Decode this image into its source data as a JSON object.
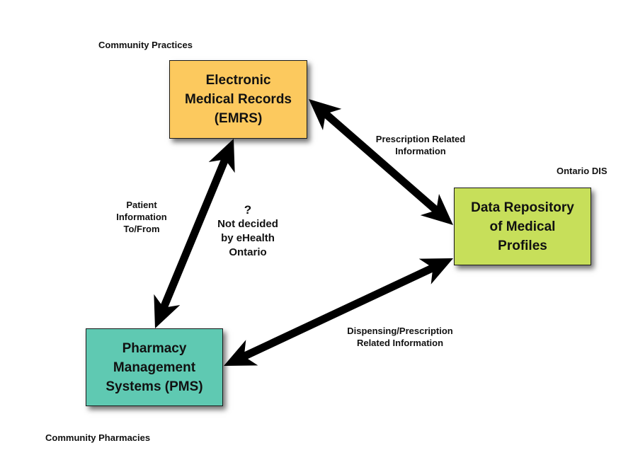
{
  "groups": {
    "top": "Community Practices",
    "right": "Ontario DIS",
    "bottom": "Community Pharmacies"
  },
  "nodes": {
    "emrs": {
      "lines": [
        "Electronic",
        "Medical Records",
        "(EMRS)"
      ],
      "color": "#fcc95e"
    },
    "repository": {
      "lines": [
        "Data Repository",
        "of Medical",
        "Profiles"
      ],
      "color": "#c7df5a"
    },
    "pms": {
      "lines": [
        "Pharmacy",
        "Management",
        "Systems (PMS)"
      ],
      "color": "#5fc9b2"
    }
  },
  "edges": {
    "emrs_repository": {
      "from": "emrs",
      "to": "repository",
      "bidirectional": true,
      "lines": [
        "Prescription Related",
        "Information"
      ]
    },
    "emrs_pms": {
      "from": "emrs",
      "to": "pms",
      "bidirectional": true,
      "lines": [
        "Patient",
        "Information",
        "To/From"
      ]
    },
    "pms_repository": {
      "from": "pms",
      "to": "repository",
      "bidirectional": true,
      "lines": [
        "Dispensing/Prescription",
        "Related Information"
      ]
    }
  },
  "note": {
    "symbol": "?",
    "lines": [
      "Not decided",
      "by eHealth",
      "Ontario"
    ]
  },
  "arrow_color": "#000000"
}
